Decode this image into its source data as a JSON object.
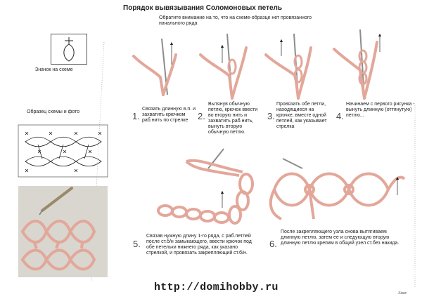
{
  "page": {
    "title": "Порядок вывязывания Соломоновых петель",
    "note": "Обратите внимание на то, что на схеме-образце нет провязанного начального ряда",
    "symbol_label": "Значок на схеме",
    "sample_label": "Образец схемы и фото",
    "url": "http://domihobby.ru",
    "signature": "Хамк"
  },
  "steps": [
    {
      "num": "1.",
      "text": "Связать длинную в.п. и захватить крючком раб.нить по стрелке"
    },
    {
      "num": "2.",
      "text": "Вытянув обычную петлю, крючок ввести во вторую нить и захватить раб.нить, вынуть вторую обычную петлю."
    },
    {
      "num": "3.",
      "text": "Провязать обе петли, находящиеся на крючке, вместе одной петлей, как указывает стрелка"
    },
    {
      "num": "4.",
      "text": "Начинаем с первого рисунка - вынуть длинную (оттянутую) петлю..."
    },
    {
      "num": "5.",
      "text": "Связав нужную длину 1-го ряда, с раб.петлей после ст.б/н замыкающего, ввести крючок под обе петельки нижнего ряда, как указано стрелкой, и провязать закрепляющий ст.б/н."
    },
    {
      "num": "6.",
      "text": "После закрепляющего узла снова вытягиваем длинную петлю, затем ее и следующую вторую длинную петлю крепим в общий узел ст.без накида."
    }
  ],
  "colors": {
    "yarn": "#e3a79a",
    "yarn_dark": "#b8675a",
    "hook": "#8c8c8c",
    "photo_bg": "#d9d6cf"
  }
}
